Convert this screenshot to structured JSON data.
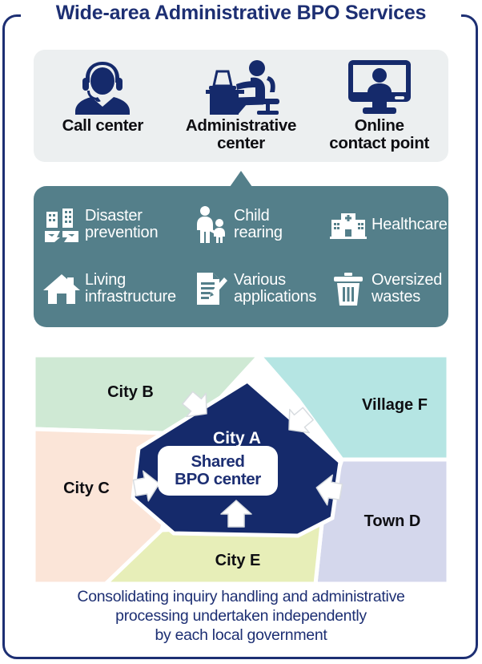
{
  "title": "Wide-area Administrative BPO Services",
  "colors": {
    "navy": "#1d2f73",
    "teal": "#547f8a",
    "panel_gray": "#eceff0",
    "hub_navy": "#152a6b",
    "city_b": "#cfe9d4",
    "city_c": "#fbe5d8",
    "village_f": "#b5e5e3",
    "town_d": "#d4d7ec",
    "city_e": "#e7eeb8"
  },
  "channels": {
    "items": [
      {
        "icon": "headset-operator-icon",
        "label": "Call center"
      },
      {
        "icon": "desk-worker-icon",
        "label": "Administrative\ncenter",
        "line1": "Administrative",
        "line2": "center"
      },
      {
        "icon": "monitor-person-icon",
        "label": "Online\ncontact point",
        "line1": "Online",
        "line2": "contact point"
      }
    ]
  },
  "services": {
    "items": [
      {
        "icon": "damaged-buildings-icon",
        "line1": "Disaster",
        "line2": "prevention"
      },
      {
        "icon": "parent-child-icon",
        "line1": "Child",
        "line2": "rearing"
      },
      {
        "icon": "hospital-icon",
        "line1": "Healthcare",
        "line2": ""
      },
      {
        "icon": "house-icon",
        "line1": "Living",
        "line2": "infrastructure"
      },
      {
        "icon": "document-pencil-icon",
        "line1": "Various",
        "line2": "applications"
      },
      {
        "icon": "trash-can-icon",
        "line1": "Oversized",
        "line2": "wastes"
      }
    ]
  },
  "map": {
    "center_region": "City A",
    "hub_line1": "Shared",
    "hub_line2": "BPO center",
    "regions": [
      {
        "name": "City B",
        "color": "#cfe9d4"
      },
      {
        "name": "Village F",
        "color": "#b5e5e3"
      },
      {
        "name": "City C",
        "color": "#fbe5d8"
      },
      {
        "name": "Town D",
        "color": "#d4d7ec"
      },
      {
        "name": "City E",
        "color": "#e7eeb8"
      }
    ],
    "arrow_count": 5
  },
  "caption": {
    "line1": "Consolidating inquiry handling and administrative",
    "line2": "processing undertaken independently",
    "line3": "by each local government"
  }
}
